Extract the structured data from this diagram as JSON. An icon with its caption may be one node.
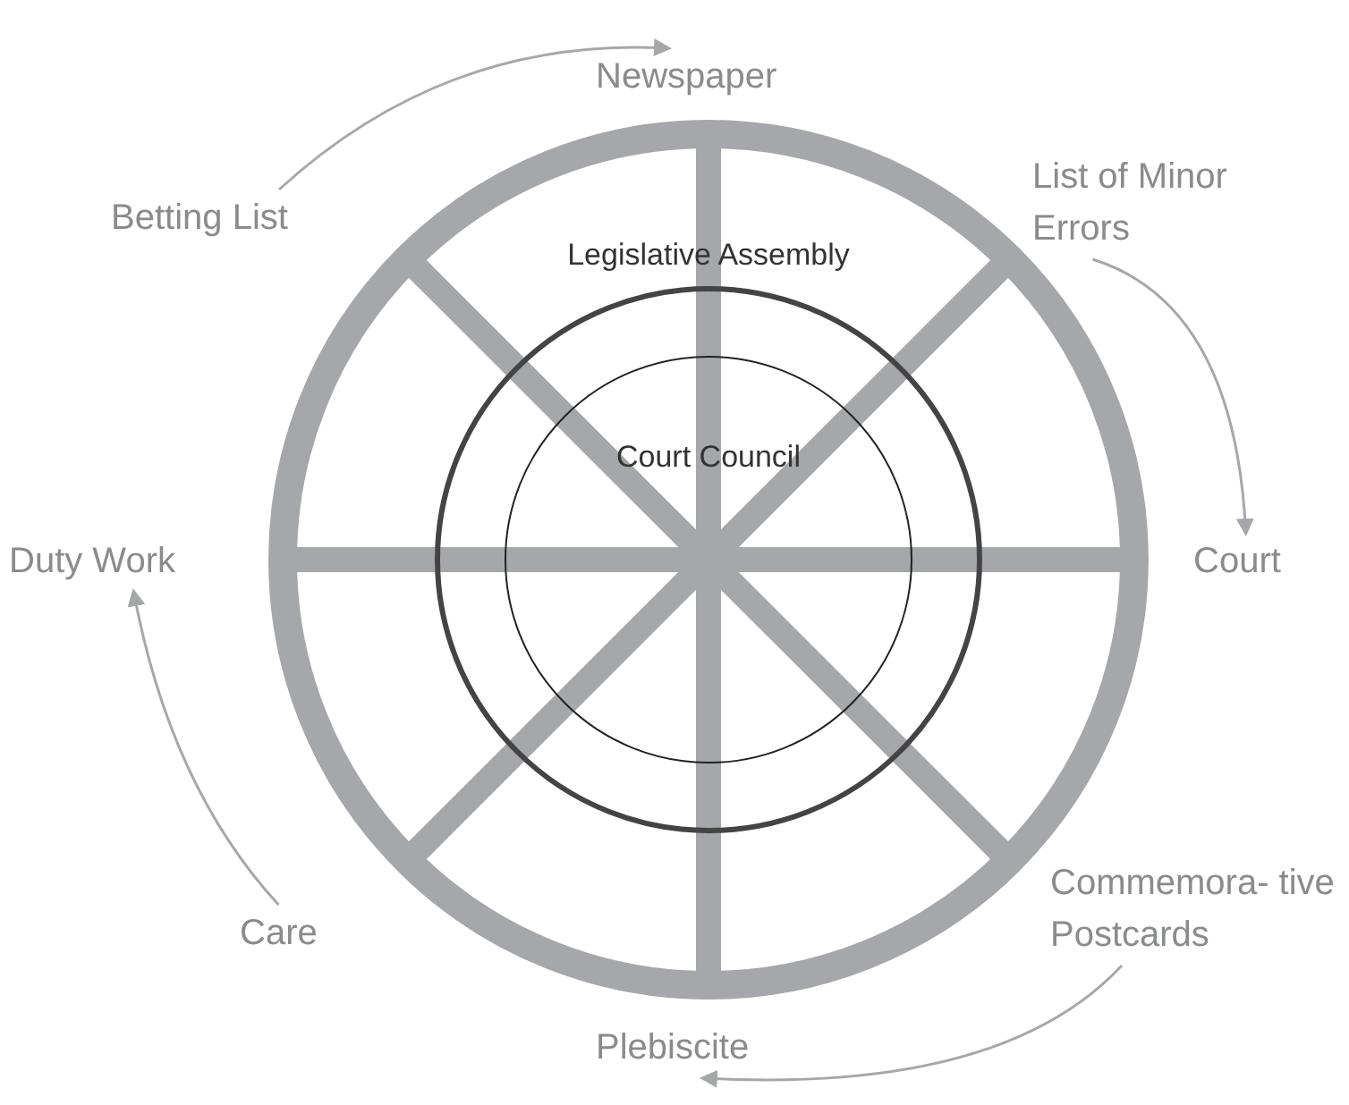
{
  "diagram": {
    "nodes": [
      {
        "text": [
          "Legislative Assembly"
        ]
      },
      {
        "text": [
          "Court Council"
        ],
        "in": 0
      },
      {
        "text": [
          "Newspaper"
        ]
      },
      {
        "text": [
          "List of Minor Errors"
        ]
      },
      {
        "text": [
          "Court"
        ]
      },
      {
        "text": [
          "Commemora- tive Postcards"
        ]
      },
      {
        "text": [
          "Plebiscite"
        ]
      },
      {
        "text": [
          "Care"
        ]
      },
      {
        "text": [
          "Duty Work"
        ]
      },
      {
        "text": [
          "Betting List"
        ]
      }
    ],
    "edges": [
      {
        "from": 9,
        "to": 2,
        "arrow": "to"
      },
      {
        "from": 3,
        "to": 4,
        "arrow": "to"
      },
      {
        "from": 5,
        "to": 6,
        "arrow": "to"
      },
      {
        "from": 7,
        "to": 8,
        "arrow": "to"
      }
    ]
  }
}
